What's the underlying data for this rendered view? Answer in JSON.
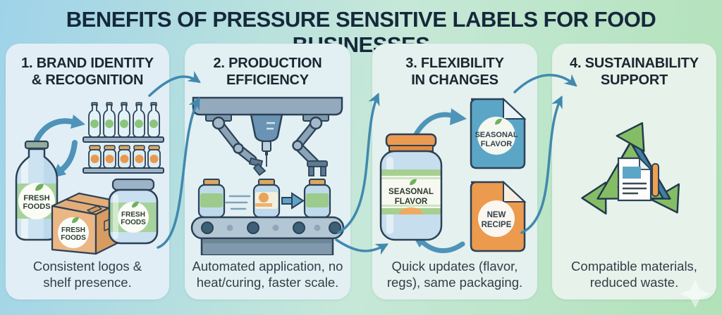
{
  "title": "BENEFITS OF PRESSURE SENSITIVE LABELS FOR FOOD BUSINESSES",
  "colors": {
    "background_left": "#9fd3e9",
    "background_right": "#b2e2b8",
    "panel_background": "#e3f0f4",
    "title_text": "#15283b",
    "heading_text": "#1c2630",
    "caption_text": "#323e48",
    "connector_arrow": "#4189ae",
    "label_green": "#a6d29c",
    "label_orange": "#ec9a4e",
    "card_blue": "#5ba6c6",
    "recycle_blue": "#3e7fa3",
    "recycle_green": "#85bd66"
  },
  "panels": [
    {
      "heading_line1": "1. BRAND IDENTITY",
      "heading_line2": "& RECOGNITION",
      "caption_line1": "Consistent logos &",
      "caption_line2": "shelf presence.",
      "labels": {
        "bottle_line1": "FRESH",
        "bottle_line2": "FOODS",
        "box_line1": "FRESH",
        "box_line2": "FOODS",
        "jar_line1": "FRESH",
        "jar_line2": "FOODS"
      }
    },
    {
      "heading_line1": "2. PRODUCTION",
      "heading_line2": "EFFICIENCY",
      "caption_line1": "Automated application, no",
      "caption_line2": "heat/curing, faster scale."
    },
    {
      "heading_line1": "3. FLEXIBILITY",
      "heading_line2": "IN CHANGES",
      "caption_line1": "Quick updates (flavor,",
      "caption_line2": "regs), same packaging.",
      "labels": {
        "jar_line1": "SEASONAL",
        "jar_line2": "FLAVOR",
        "card1_line1": "SEASONAL",
        "card1_line2": "FLAVOR",
        "card2_line1": "NEW",
        "card2_line2": "RECIPE"
      }
    },
    {
      "heading_line1": "4. SUSTAINABILITY",
      "heading_line2": "SUPPORT",
      "caption_line1": "Compatible materials,",
      "caption_line2": "reduced waste."
    }
  ]
}
